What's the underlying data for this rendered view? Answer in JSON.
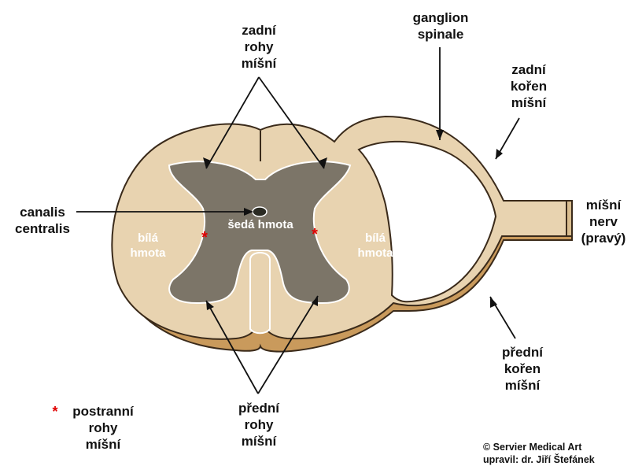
{
  "labels": {
    "zadni_rohy": [
      "zadní",
      "rohy",
      "míšní"
    ],
    "ganglion": [
      "ganglion",
      "spinale"
    ],
    "zadni_koren": [
      "zadní",
      "kořen",
      "míšní"
    ],
    "canalis": [
      "canalis",
      "centralis"
    ],
    "seda_hmota": "šedá hmota",
    "bila_left": [
      "bílá",
      "hmota"
    ],
    "bila_right": [
      "bílá",
      "hmota"
    ],
    "misni_nerv": [
      "míšní",
      "nerv",
      "(pravý)"
    ],
    "predni_koren": [
      "přední",
      "kořen",
      "míšní"
    ],
    "predni_rohy": [
      "přední",
      "rohy",
      "míšní"
    ],
    "postranni": [
      "postranní",
      "rohy",
      "míšní"
    ]
  },
  "marker": "*",
  "credit": [
    "© Servier Medical Art",
    "upravil: dr. Jiří Štefánek"
  ],
  "colors": {
    "white_matter": "#e8d3b0",
    "white_matter_shadow": "#c99a5c",
    "grey_matter": "#7c7568",
    "outline": "#3a2a1a",
    "asterisk": "#e00000"
  }
}
